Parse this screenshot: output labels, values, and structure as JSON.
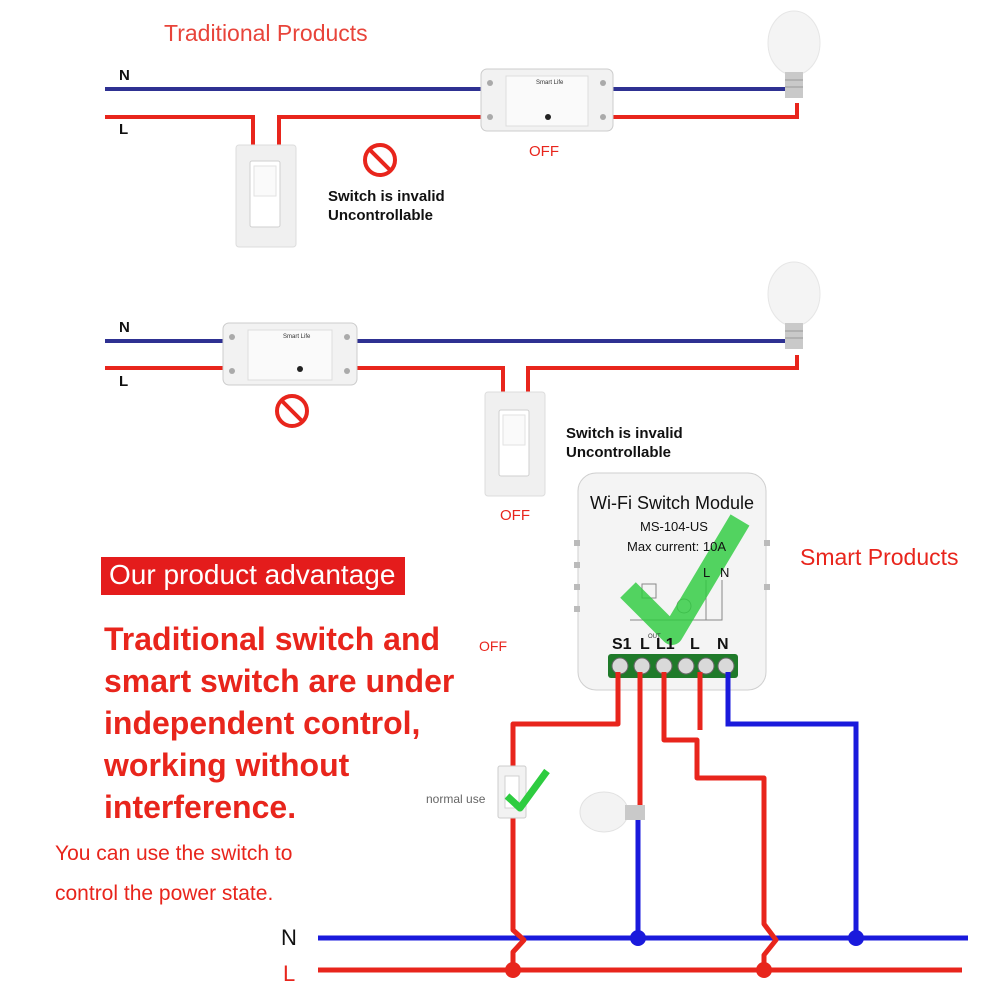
{
  "section1": {
    "title": "Traditional Products",
    "n_label": "N",
    "l_label": "L",
    "relay_brand": "Smart Life",
    "off_label": "OFF",
    "note_line1": "Switch is invalid",
    "note_line2": "Uncontrollable"
  },
  "section2": {
    "n_label": "N",
    "l_label": "L",
    "relay_brand": "Smart Life",
    "note_line1": "Switch is invalid",
    "note_line2": "Uncontrollable",
    "off_label": "OFF"
  },
  "module": {
    "title": "Wi-Fi Switch Module",
    "model": "MS-104-US",
    "max_current": "Max current: 10A",
    "inner_L": "L",
    "inner_N": "N",
    "terminals": [
      "S1",
      "L",
      "L1",
      "L",
      "N"
    ],
    "out_label": "OUT"
  },
  "smart_products": "Smart Products",
  "advantage_badge": "Our product advantage",
  "off_side": "OFF",
  "headline": [
    "Traditional switch and",
    "smart switch are under",
    "independent control,",
    "working without",
    "interference."
  ],
  "subline": [
    "You can use the switch to",
    "control the power state."
  ],
  "normal_use": "normal use",
  "bottom_n": "N",
  "bottom_l": "L",
  "colors": {
    "neutral": "#1a1adc",
    "live": "#e8251c",
    "check": "#2ecc40"
  }
}
